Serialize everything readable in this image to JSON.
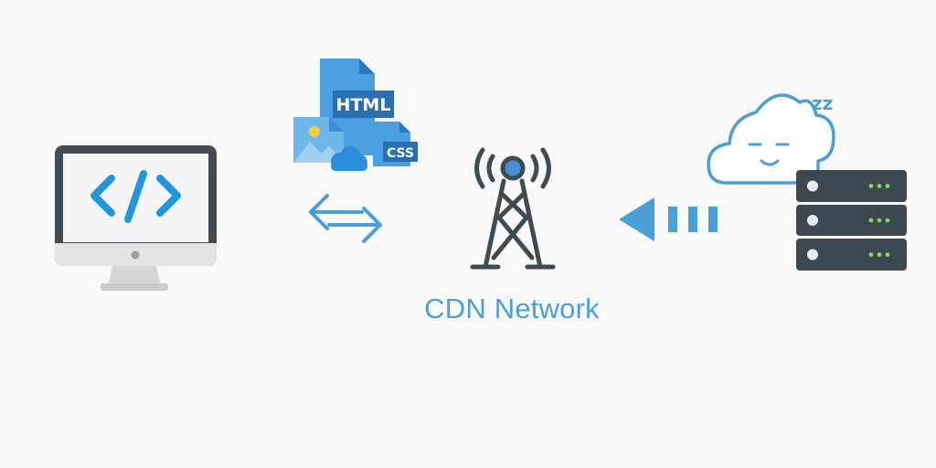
{
  "diagram": {
    "label": "CDN Network",
    "files": {
      "html_label": "HTML",
      "css_label": "CSS"
    },
    "cloud": {
      "snore": "zz"
    },
    "colors": {
      "background": "#f9f9f9",
      "accent_blue": "#4a9fd6",
      "file_blue": "#3c8fd0",
      "file_blue_dark": "#2a6fb0",
      "tower_dark": "#3f4a52",
      "server_dark": "#3d474f",
      "server_led": "#7ed957",
      "monitor_bezel": "#424a52",
      "monitor_body": "#e2e5e8"
    },
    "icons": [
      "computer-monitor-icon",
      "code-icon",
      "html-file-icon",
      "css-file-icon",
      "image-file-icon",
      "cloud-icon",
      "bidirectional-arrows-icon",
      "cell-tower-icon",
      "left-arrow-icon",
      "sleeping-cloud-icon",
      "server-rack-icon"
    ]
  }
}
